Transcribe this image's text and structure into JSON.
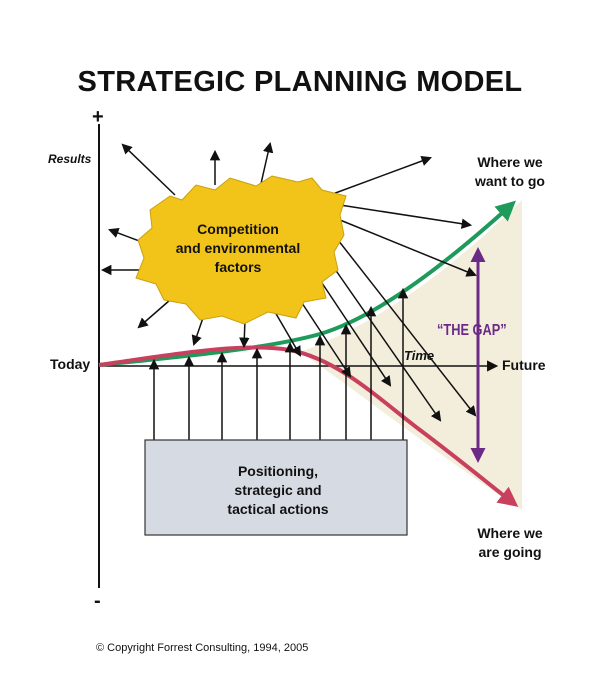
{
  "title": "STRATEGIC PLANNING MODEL",
  "axes": {
    "plus": "+",
    "minus": "-",
    "y_label": "Results",
    "start_label": "Today",
    "end_label": "Future",
    "time_label": "Time"
  },
  "curves": {
    "upper_label": [
      "Where we",
      "want to go"
    ],
    "lower_label": [
      "Where we",
      "are going"
    ],
    "upper_color": "#1e9a5a",
    "lower_color": "#c8405e"
  },
  "gap": {
    "label": "“THE GAP”",
    "color": "#6b2a86",
    "fill": "#f3eedc"
  },
  "burst": {
    "label": [
      "Competition",
      "and environmental",
      "factors"
    ],
    "color": "#f2c318"
  },
  "box": {
    "label": [
      "Positioning,",
      "strategic and",
      "tactical actions"
    ],
    "color": "#d6dbe3"
  },
  "copyright": "© Copyright Forrest Consulting, 1994, 2005"
}
